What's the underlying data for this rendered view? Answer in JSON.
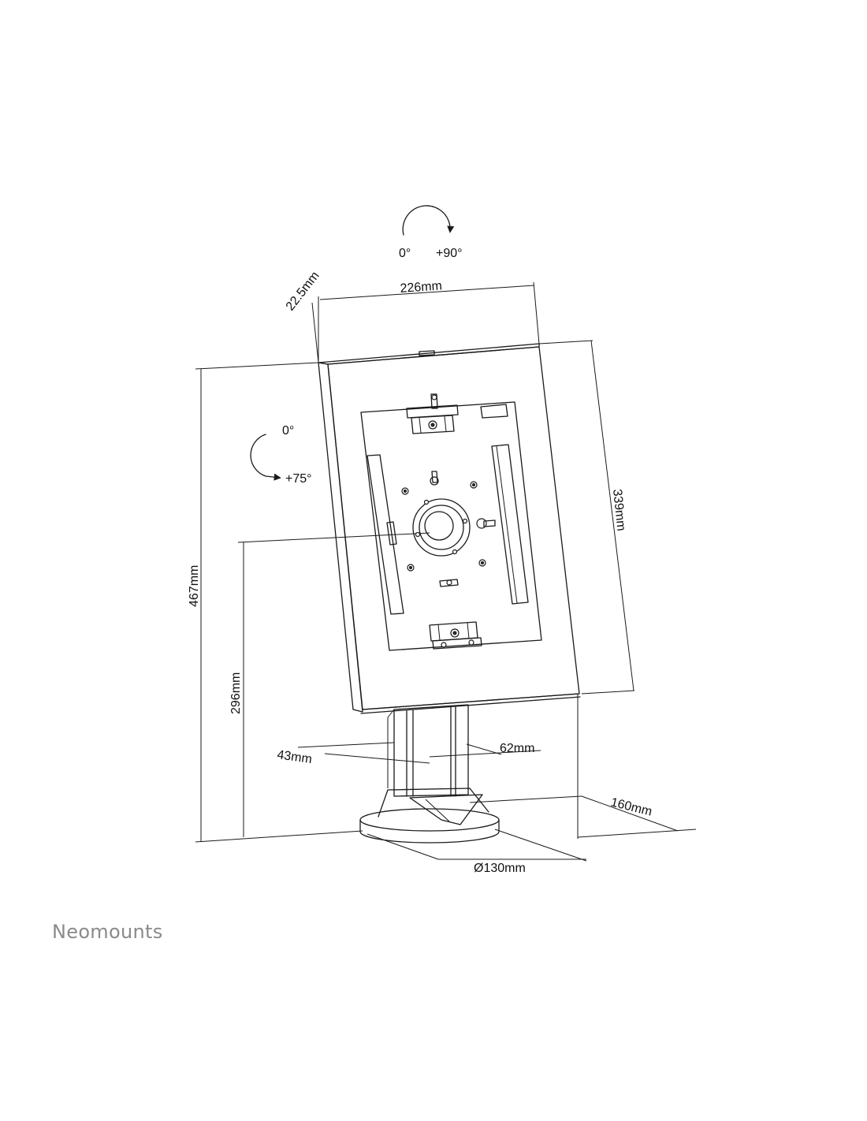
{
  "brand": {
    "name": "Neomounts"
  },
  "rotation": {
    "top": {
      "start_label": "0°",
      "end_label": "+90°"
    },
    "side": {
      "start_label": "0°",
      "end_label": "+75°"
    }
  },
  "dimensions": {
    "depth": "22.5mm",
    "width": "226mm",
    "panel_height": "339mm",
    "total_height": "467mm",
    "center_height": "296mm",
    "pole_depth": "43mm",
    "pole_width": "62mm",
    "base_depth": "160mm",
    "base_diameter": "Ø130mm"
  },
  "colors": {
    "line": "#1a1a1a",
    "brand": "#8a8a8a",
    "background": "#ffffff"
  }
}
